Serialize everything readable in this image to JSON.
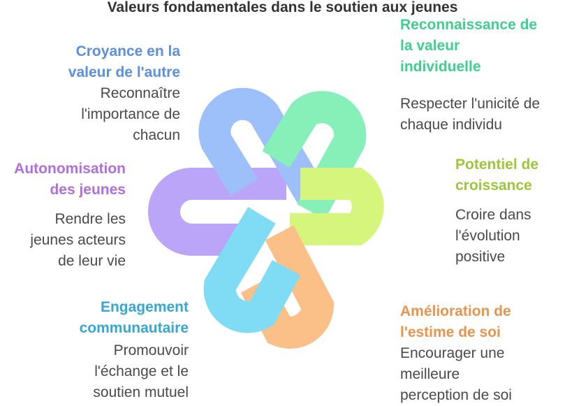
{
  "title": "Valeurs fondamentales dans le soutien aux jeunes",
  "colors": {
    "blue": "#5b8fe0",
    "green": "#3fcf8e",
    "lime": "#9dc73a",
    "orange": "#e9944c",
    "cyan": "#35a8d2",
    "purple": "#b26ee0",
    "band_blue": "#9ec0fa",
    "band_green": "#86f0b8",
    "band_lime": "#d6f57c",
    "band_orange": "#fbbf88",
    "band_cyan": "#80dcf4",
    "band_purple": "#bba5f8"
  },
  "items": {
    "croyance": {
      "title_lines": [
        "Croyance en la",
        "valeur de l'autre"
      ],
      "desc_lines": [
        "Reconnaître",
        "l'importance de",
        "chacun"
      ]
    },
    "reconnaissance": {
      "title_lines": [
        "Reconnaissance de",
        "la valeur",
        "individuelle"
      ],
      "desc_lines": [
        "Respecter l'unicité de",
        "chaque individu"
      ]
    },
    "autonomisation": {
      "title_lines": [
        "Autonomisation",
        "des jeunes"
      ],
      "desc_lines": [
        "Rendre les",
        "jeunes acteurs",
        "de leur vie"
      ]
    },
    "potentiel": {
      "title_lines": [
        "Potentiel de",
        "croissance"
      ],
      "desc_lines": [
        "Croire dans",
        "l'évolution",
        "positive"
      ]
    },
    "engagement": {
      "title_lines": [
        "Engagement",
        "communautaire"
      ],
      "desc_lines": [
        "Promouvoir",
        "l'échange et le",
        "soutien mutuel"
      ]
    },
    "amelioration": {
      "title_lines": [
        "Amélioration de",
        "l'estime de soi"
      ],
      "desc_lines": [
        "Encourager une",
        "meilleure",
        "perception de soi"
      ]
    }
  }
}
